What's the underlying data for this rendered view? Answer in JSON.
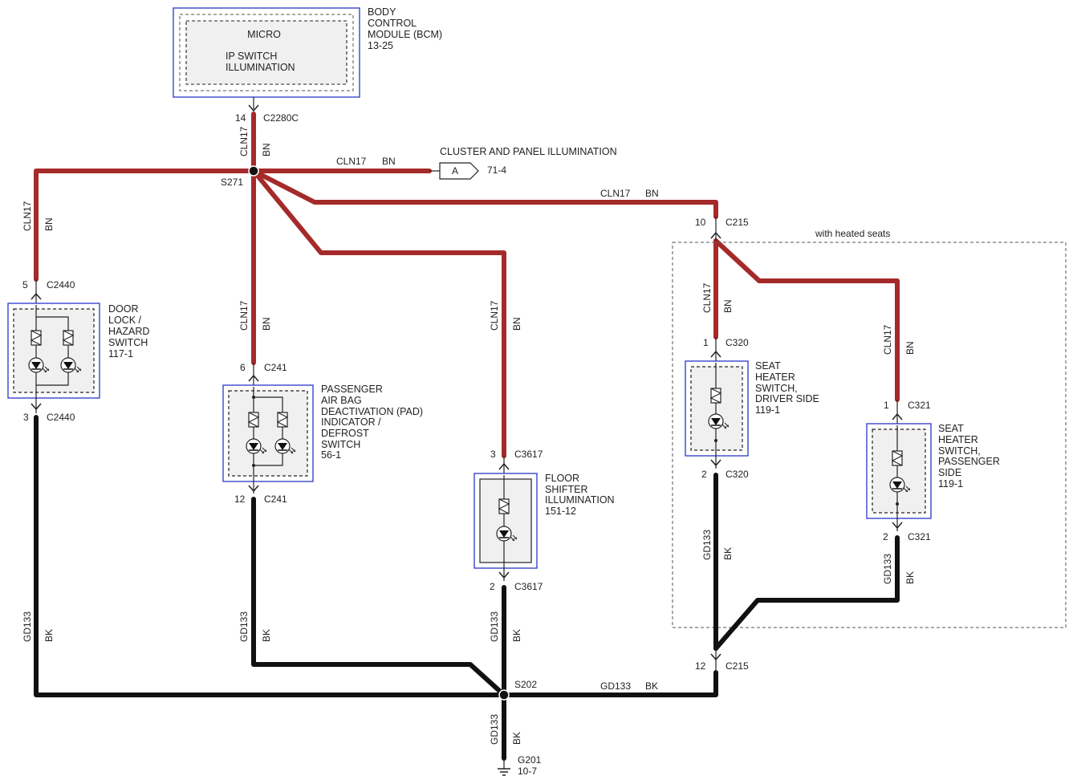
{
  "bcm": {
    "title_l1": "BODY",
    "title_l2": "CONTROL",
    "title_l3": "MODULE (BCM)",
    "ref": "13-25",
    "inner_l1": "MICRO",
    "inner_l2": "IP SWITCH",
    "inner_l3": "ILLUMINATION"
  },
  "connectors": {
    "c2280c_pin": "14",
    "c2280c": "C2280C",
    "s271": "S271",
    "c2440_top_pin": "5",
    "c2440_top": "C2440",
    "c2440_bot_pin": "3",
    "c2440_bot": "C2440",
    "c241_top_pin": "6",
    "c241_top": "C241",
    "c241_bot_pin": "12",
    "c241_bot": "C241",
    "c3617_top_pin": "3",
    "c3617_top": "C3617",
    "c3617_bot_pin": "2",
    "c3617_bot": "C3617",
    "c215_top_pin": "10",
    "c215_top": "C215",
    "c215_bot_pin": "12",
    "c215_bot": "C215",
    "c320_top_pin": "1",
    "c320_top": "C320",
    "c320_bot_pin": "2",
    "c320_bot": "C320",
    "c321_top_pin": "1",
    "c321_top": "C321",
    "c321_bot_pin": "2",
    "c321_bot": "C321",
    "s202": "S202",
    "g201": "G201",
    "g201_ref": "10-7"
  },
  "wires": {
    "cln17": "CLN17",
    "bn": "BN",
    "gd133": "GD133",
    "bk": "BK"
  },
  "cluster": {
    "title": "CLUSTER AND PANEL ILLUMINATION",
    "flag": "A",
    "ref": "71-4"
  },
  "door_lock": {
    "l1": "DOOR",
    "l2": "LOCK /",
    "l3": "HAZARD",
    "l4": "SWITCH",
    "ref": "117-1"
  },
  "pad": {
    "l1": "PASSENGER",
    "l2": "AIR BAG",
    "l3": "DEACTIVATION (PAD)",
    "l4": "INDICATOR /",
    "l5": "DEFROST",
    "l6": "SWITCH",
    "ref": "56-1"
  },
  "floor": {
    "l1": "FLOOR",
    "l2": "SHIFTER",
    "l3": "ILLUMINATION",
    "ref": "151-12"
  },
  "seat_driver": {
    "l1": "SEAT",
    "l2": "HEATER",
    "l3": "SWITCH,",
    "l4": "DRIVER SIDE",
    "ref": "119-1"
  },
  "seat_pass": {
    "l1": "SEAT",
    "l2": "HEATER",
    "l3": "SWITCH,",
    "l4": "PASSENGER",
    "l5": "SIDE",
    "ref": "119-1"
  },
  "heated_seats_note": "with heated seats",
  "colors": {
    "bn_wire": "#a52a2a",
    "bk_wire": "#111111",
    "module_border": "#2a35c8"
  }
}
